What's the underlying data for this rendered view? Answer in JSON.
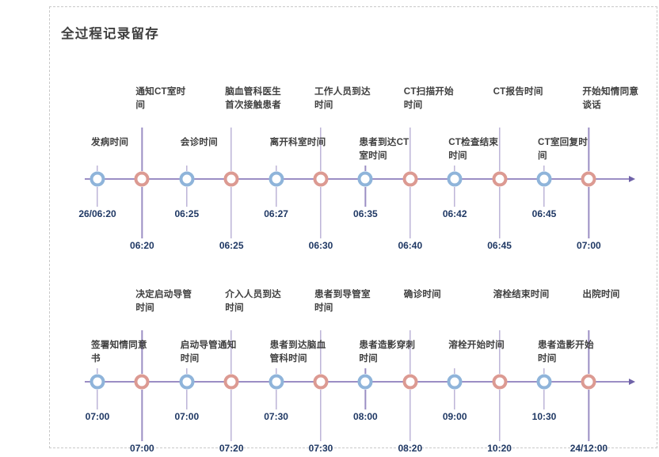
{
  "panel": {
    "title": "全过程记录留存",
    "border_color": "#c9c9c9"
  },
  "colors": {
    "axis": "#9b8ec4",
    "node_blue": "#8fb4da",
    "node_red": "#dc9a92",
    "label_text": "#404040",
    "time_text": "#1f3864",
    "arrow": "#6f62a8"
  },
  "timelines": [
    {
      "name": "timeline-stroke-intake",
      "events": [
        {
          "label": "发病时间",
          "time": "26/06:20",
          "node": "blue",
          "tier": "low"
        },
        {
          "label": "通知CT室时间",
          "time": "06:20",
          "node": "red",
          "tier": "high"
        },
        {
          "label": "会诊时间",
          "time": "06:25",
          "node": "blue",
          "tier": "low"
        },
        {
          "label": "脑血管科医生首次接触患者",
          "time": "06:25",
          "node": "red",
          "tier": "high"
        },
        {
          "label": "离开科室时间",
          "time": "06:27",
          "node": "blue",
          "tier": "low"
        },
        {
          "label": "工作人员到达时间",
          "time": "06:30",
          "node": "red",
          "tier": "high"
        },
        {
          "label": "患者到达CT室时间",
          "time": "06:35",
          "node": "blue",
          "tier": "low"
        },
        {
          "label": "CT扫描开始时间",
          "time": "06:40",
          "node": "red",
          "tier": "high"
        },
        {
          "label": "CT检查结束时间",
          "time": "06:42",
          "node": "blue",
          "tier": "low"
        },
        {
          "label": "CT报告时间",
          "time": "06:45",
          "node": "red",
          "tier": "high"
        },
        {
          "label": "CT室回复时间",
          "time": "06:45",
          "node": "blue",
          "tier": "low"
        },
        {
          "label": "开始知情同意谈话",
          "time": "07:00",
          "node": "red",
          "tier": "high"
        }
      ]
    },
    {
      "name": "timeline-treatment",
      "events": [
        {
          "label": "签署知情同意书",
          "time": "07:00",
          "node": "blue",
          "tier": "low"
        },
        {
          "label": "决定启动导管时间",
          "time": "07:00",
          "node": "red",
          "tier": "high"
        },
        {
          "label": "启动导管通知时间",
          "time": "07:00",
          "node": "blue",
          "tier": "low"
        },
        {
          "label": "介入人员到达时间",
          "time": "07:20",
          "node": "red",
          "tier": "high"
        },
        {
          "label": "患者到达脑血管科时间",
          "time": "07:30",
          "node": "blue",
          "tier": "low"
        },
        {
          "label": "患者到导管室时间",
          "time": "07:30",
          "node": "red",
          "tier": "high"
        },
        {
          "label": "患者造影穿刺时间",
          "time": "08:00",
          "node": "blue",
          "tier": "low"
        },
        {
          "label": "确诊时间",
          "time": "08:20",
          "node": "red",
          "tier": "high"
        },
        {
          "label": "溶栓开始时间",
          "time": "09:00",
          "node": "blue",
          "tier": "low"
        },
        {
          "label": "溶栓结束时间",
          "time": "10:20",
          "node": "red",
          "tier": "high"
        },
        {
          "label": "患者造影开始时间",
          "time": "10:30",
          "node": "blue",
          "tier": "low"
        },
        {
          "label": "出院时间",
          "time": "24/12:00",
          "node": "red",
          "tier": "high"
        }
      ]
    }
  ]
}
